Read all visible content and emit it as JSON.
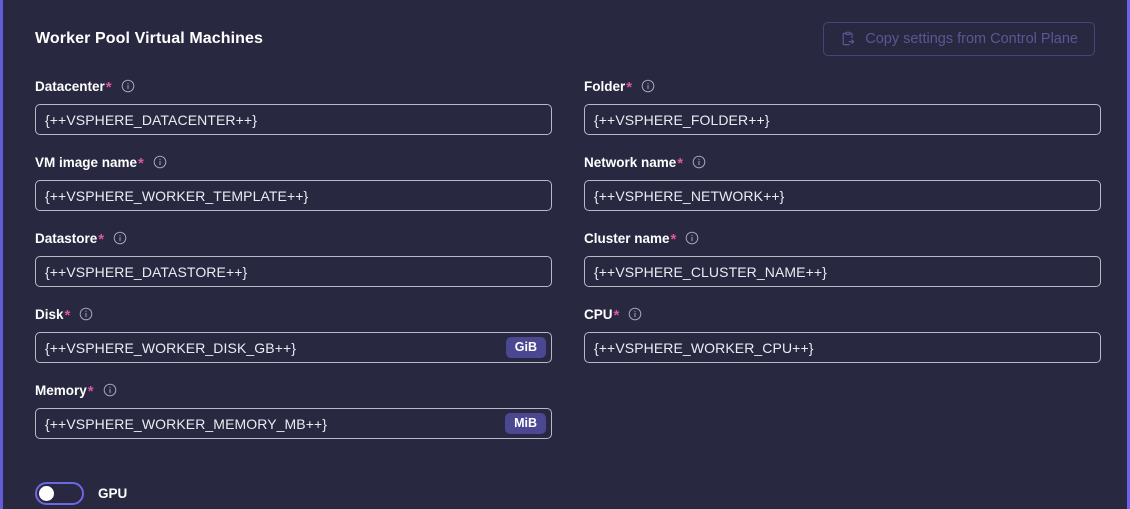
{
  "panel": {
    "title": "Worker Pool Virtual Machines",
    "copy_button": {
      "label": "Copy settings from Control Plane",
      "icon": "clipboard-export-icon",
      "disabled": true
    },
    "colors": {
      "panel_background": "#282840",
      "border_left": "#635bd8",
      "border_right": "#6c63e8",
      "input_border": "#b9b8c7",
      "required_asterisk": "#e0569f",
      "unit_badge_background": "#4b4791",
      "toggle_border": "#6f66e6",
      "disabled_button_text": "#5c5694"
    }
  },
  "fields": [
    {
      "name": "datacenter",
      "label": "Datacenter",
      "required": true,
      "info": true,
      "value": "{++VSPHERE_DATACENTER++}",
      "unit": null
    },
    {
      "name": "folder",
      "label": "Folder",
      "required": true,
      "info": true,
      "value": "{++VSPHERE_FOLDER++}",
      "unit": null
    },
    {
      "name": "vm-image-name",
      "label": "VM image name",
      "required": true,
      "info": true,
      "value": "{++VSPHERE_WORKER_TEMPLATE++}",
      "unit": null
    },
    {
      "name": "network-name",
      "label": "Network name",
      "required": true,
      "info": true,
      "value": "{++VSPHERE_NETWORK++}",
      "unit": null
    },
    {
      "name": "datastore",
      "label": "Datastore",
      "required": true,
      "info": true,
      "value": "{++VSPHERE_DATASTORE++}",
      "unit": null
    },
    {
      "name": "cluster-name",
      "label": "Cluster name",
      "required": true,
      "info": true,
      "value": "{++VSPHERE_CLUSTER_NAME++}",
      "unit": null
    },
    {
      "name": "disk",
      "label": "Disk",
      "required": true,
      "info": true,
      "value": "{++VSPHERE_WORKER_DISK_GB++}",
      "unit": "GiB"
    },
    {
      "name": "cpu",
      "label": "CPU",
      "required": true,
      "info": true,
      "value": "{++VSPHERE_WORKER_CPU++}",
      "unit": null
    },
    {
      "name": "memory",
      "label": "Memory",
      "required": true,
      "info": true,
      "value": "{++VSPHERE_WORKER_MEMORY_MB++}",
      "unit": "MiB"
    }
  ],
  "gpu_toggle": {
    "label": "GPU",
    "enabled": false
  },
  "symbols": {
    "asterisk": "*"
  }
}
